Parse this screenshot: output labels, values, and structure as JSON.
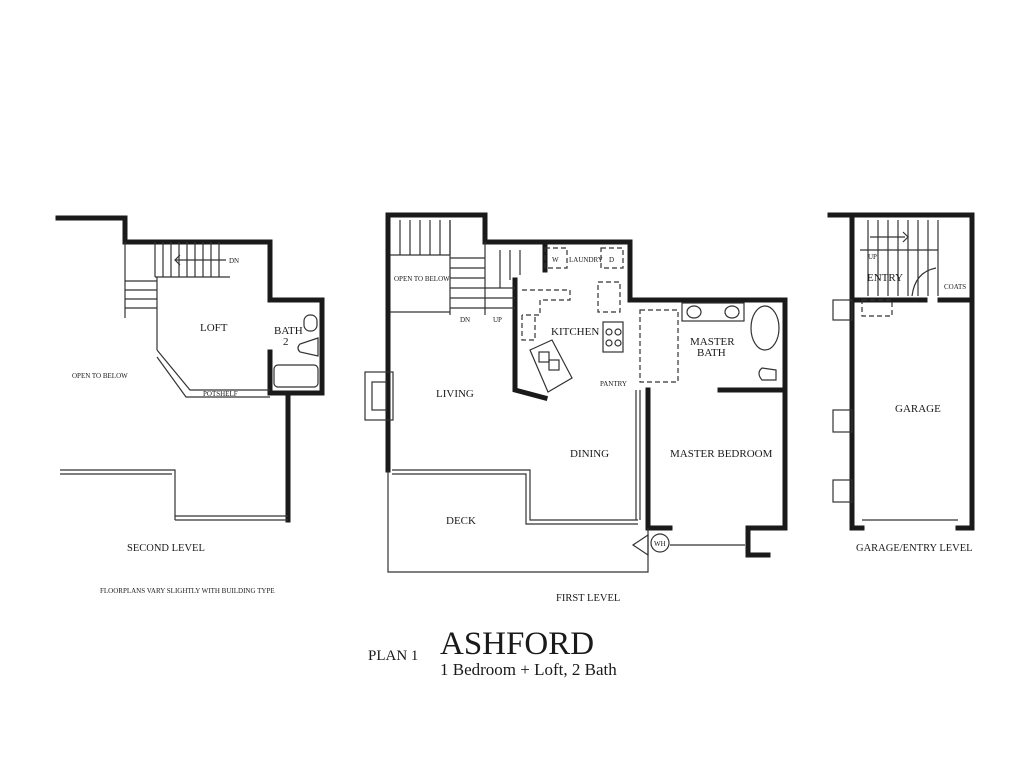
{
  "second_level": {
    "caption": "SECOND LEVEL",
    "rooms": {
      "loft": "LOFT",
      "bath_line1": "BATH",
      "bath_line2": "2",
      "open_to_below": "OPEN TO BELOW",
      "potshelf": "POTSHELF",
      "dn": "DN"
    },
    "note": "FLOORPLANS VARY SLIGHTLY WITH BUILDING TYPE"
  },
  "first_level": {
    "caption": "FIRST LEVEL",
    "rooms": {
      "open_to_below": "OPEN TO BELOW",
      "dn": "DN",
      "up": "UP",
      "w": "W",
      "laundry": "LAUNDRY",
      "d": "D",
      "kitchen": "KITCHEN",
      "pantry": "PANTRY",
      "living": "LIVING",
      "dining": "DINING",
      "deck": "DECK",
      "master_bath_line1": "MASTER",
      "master_bath_line2": "BATH",
      "master_bedroom": "MASTER BEDROOM",
      "wh": "WH"
    }
  },
  "garage_level": {
    "caption": "GARAGE/ENTRY LEVEL",
    "rooms": {
      "up": "UP",
      "entry": "ENTRY",
      "coats": "COATS",
      "garage": "GARAGE"
    }
  },
  "title": {
    "plan": "PLAN 1",
    "name": "ASHFORD",
    "subtitle": "1 Bedroom + Loft, 2 Bath"
  }
}
